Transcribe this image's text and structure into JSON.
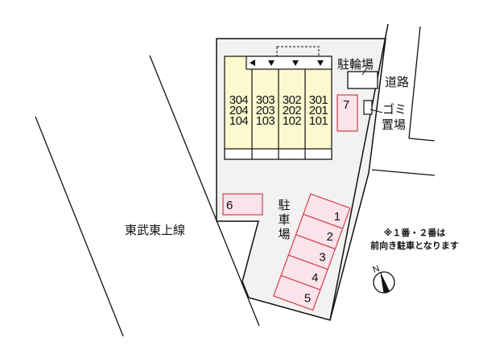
{
  "map": {
    "railway_label": "東武東上線",
    "road_label": "道路",
    "bicycle_parking_label": "駐輪場",
    "garbage_label_line1": "ゴミ",
    "garbage_label_line2": "置場",
    "parking_label_chars": [
      "駐",
      "車",
      "場"
    ],
    "note_line1": "※１番・２番は",
    "note_line2": "前向き駐車となります",
    "compass_label": "N",
    "colors": {
      "lot_fill": "#f2f2f2",
      "building_fill": "#fdf9cf",
      "parking_fill": "#fbe3ea",
      "parking_stroke": "#d2404f",
      "line": "#111111"
    }
  },
  "building": {
    "columns": [
      {
        "rooms": [
          "304",
          "204",
          "104"
        ]
      },
      {
        "rooms": [
          "303",
          "203",
          "103"
        ]
      },
      {
        "rooms": [
          "302",
          "202",
          "102"
        ]
      },
      {
        "rooms": [
          "301",
          "201",
          "101"
        ]
      }
    ]
  },
  "parking_spaces": [
    {
      "number": "1"
    },
    {
      "number": "2"
    },
    {
      "number": "3"
    },
    {
      "number": "4"
    },
    {
      "number": "5"
    },
    {
      "number": "6"
    },
    {
      "number": "7"
    }
  ]
}
